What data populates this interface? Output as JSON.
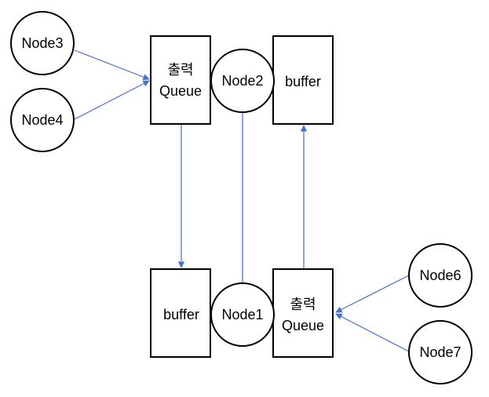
{
  "nodes": {
    "node3": "Node3",
    "node4": "Node4",
    "node2": "Node2",
    "node1": "Node1",
    "node6": "Node6",
    "node7": "Node7"
  },
  "boxes": {
    "top_queue": {
      "line1": "출력",
      "line2": "Queue"
    },
    "top_buffer": "buffer",
    "bottom_buffer": "buffer",
    "bottom_queue": {
      "line1": "출력",
      "line2": "Queue"
    }
  },
  "colors": {
    "edge": "#4472C4",
    "stroke": "#000000",
    "fill": "#ffffff"
  }
}
